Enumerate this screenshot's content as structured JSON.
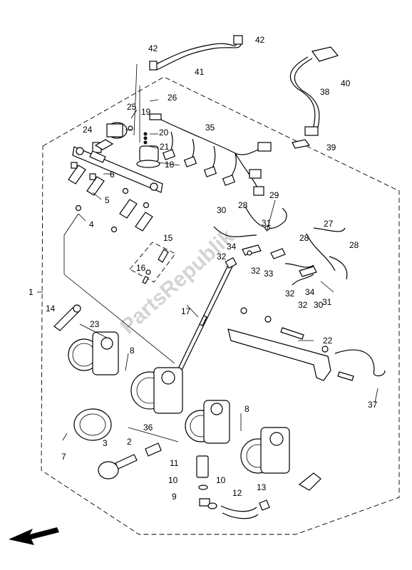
{
  "watermark": "PartsRepublik",
  "callouts": [
    "1",
    "2",
    "3",
    "4",
    "5",
    "6",
    "7",
    "8",
    "8",
    "9",
    "10",
    "10",
    "11",
    "12",
    "13",
    "14",
    "15",
    "16",
    "17",
    "18",
    "19",
    "20",
    "21",
    "22",
    "23",
    "24",
    "25",
    "26",
    "27",
    "28",
    "28",
    "28",
    "29",
    "30",
    "30",
    "31",
    "31",
    "32",
    "32",
    "32",
    "32",
    "33",
    "34",
    "34",
    "35",
    "36",
    "37",
    "38",
    "39",
    "40",
    "41",
    "42",
    "42"
  ],
  "colors": {
    "line": "#000000",
    "watermark": "#d4d4d4",
    "background": "#ffffff"
  },
  "arrow_icon": "front-direction-arrow-icon"
}
